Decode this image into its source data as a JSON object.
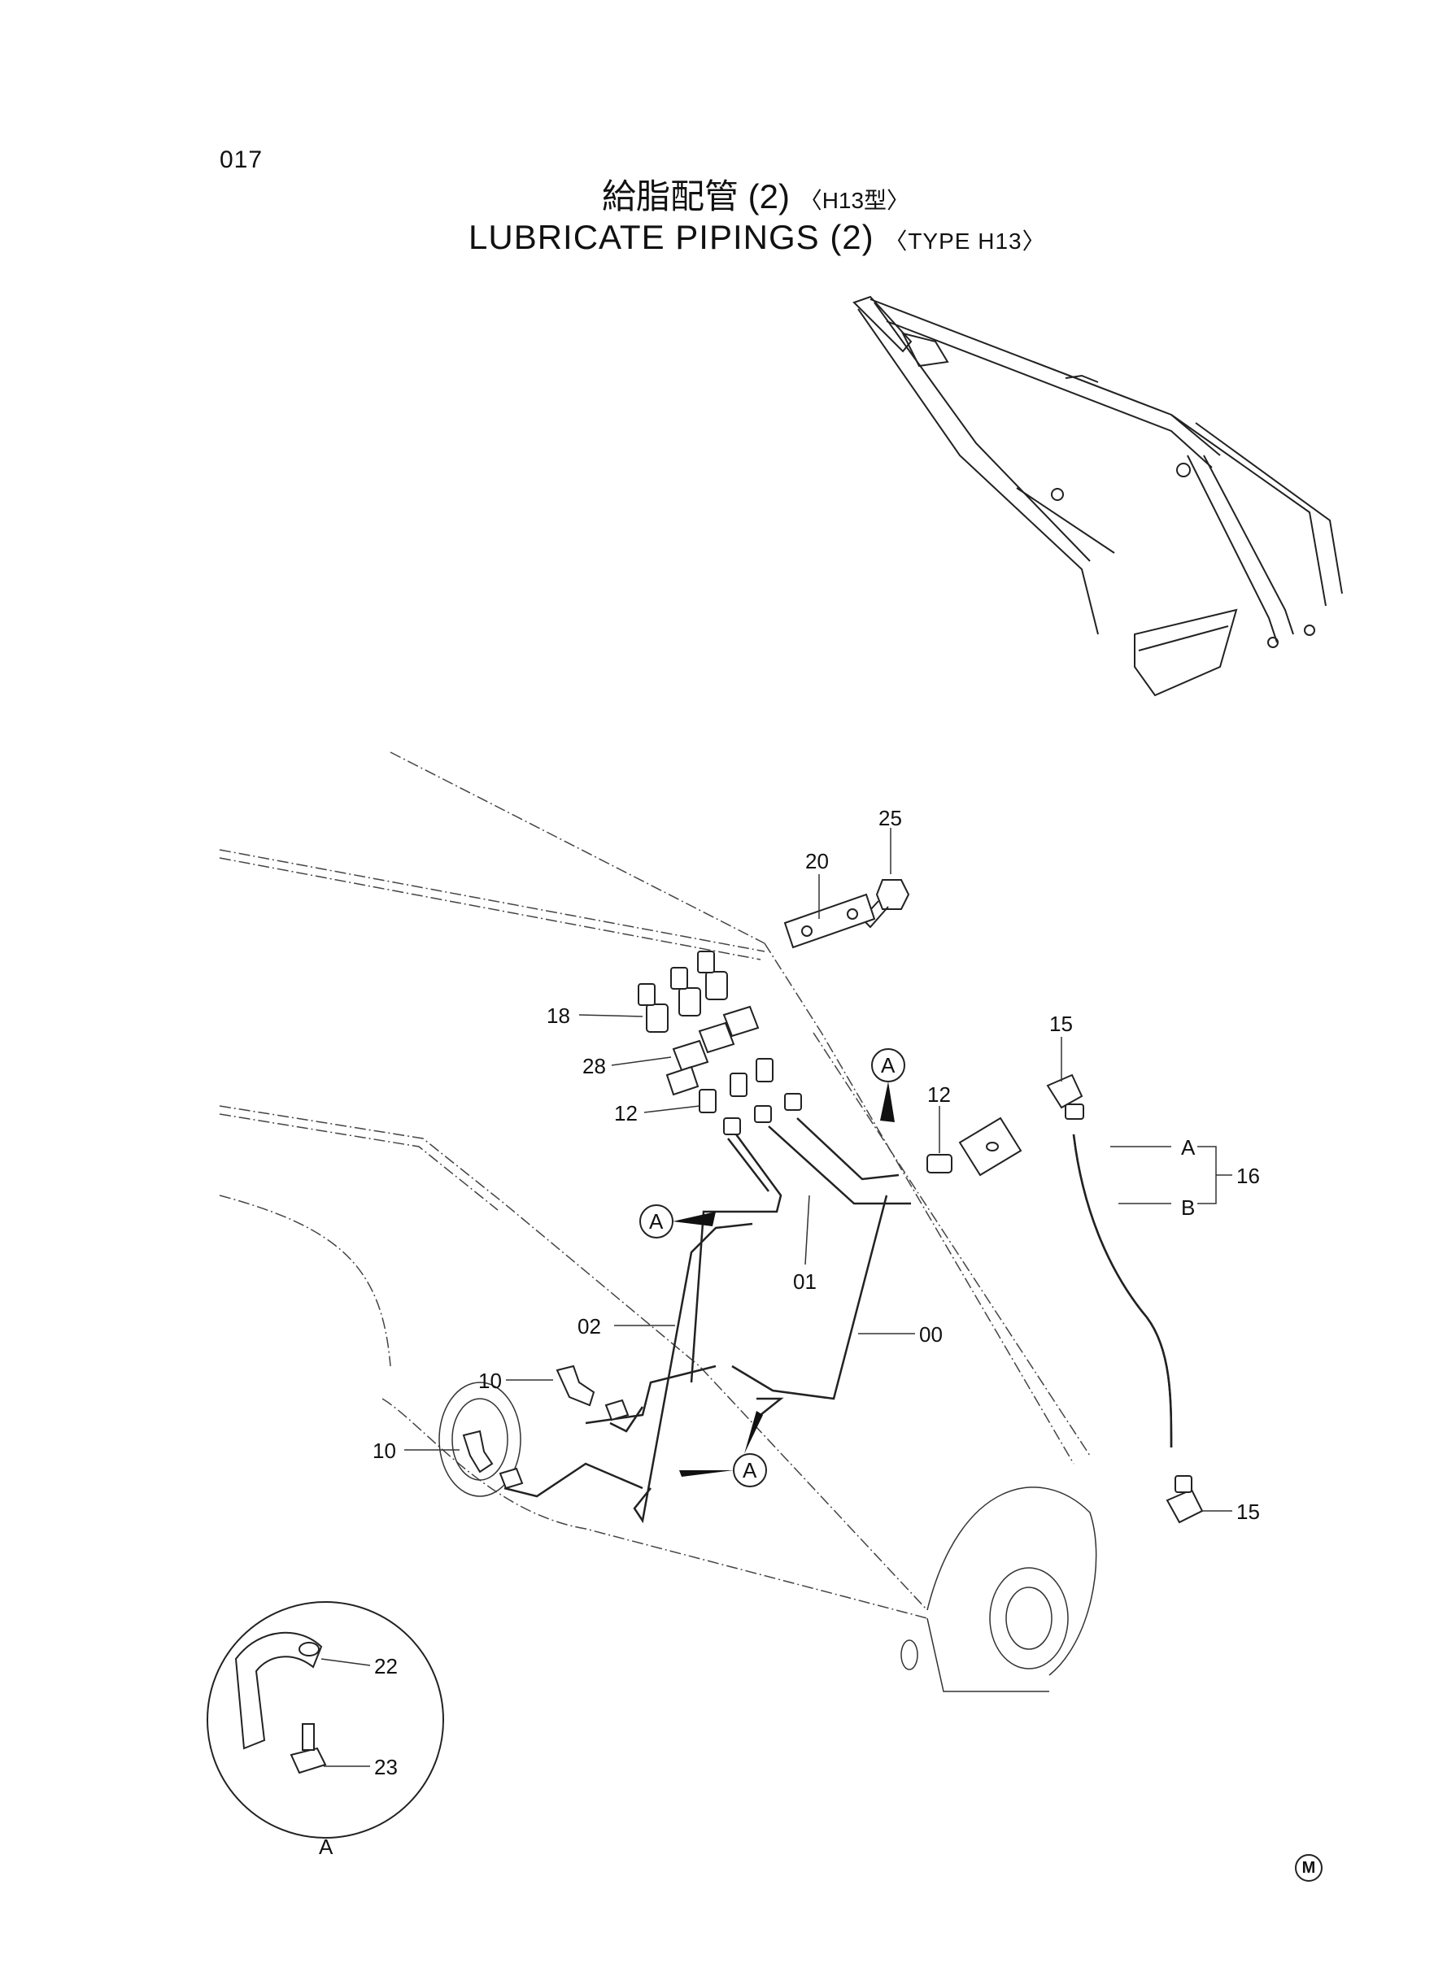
{
  "page_number": "017",
  "title_jp": "給脂配管 (2)",
  "title_jp_type": "〈H13型〉",
  "title_en": "LUBRICATE PIPINGS (2)",
  "title_en_type": "〈TYPE H13〉",
  "callouts": {
    "p25": "25",
    "p20": "20",
    "p18": "18",
    "p28": "28",
    "p12a": "12",
    "p12b": "12",
    "p15a": "15",
    "p15b": "15",
    "p16": "16",
    "p01": "01",
    "p02": "02",
    "p00": "00",
    "p10a": "10",
    "p10b": "10",
    "p22": "22",
    "p23": "23",
    "hoseA": "A",
    "hoseB": "B",
    "detailA": "A",
    "refA1": "A",
    "refA2": "A",
    "refA3": "A"
  },
  "mark_symbol": "M"
}
